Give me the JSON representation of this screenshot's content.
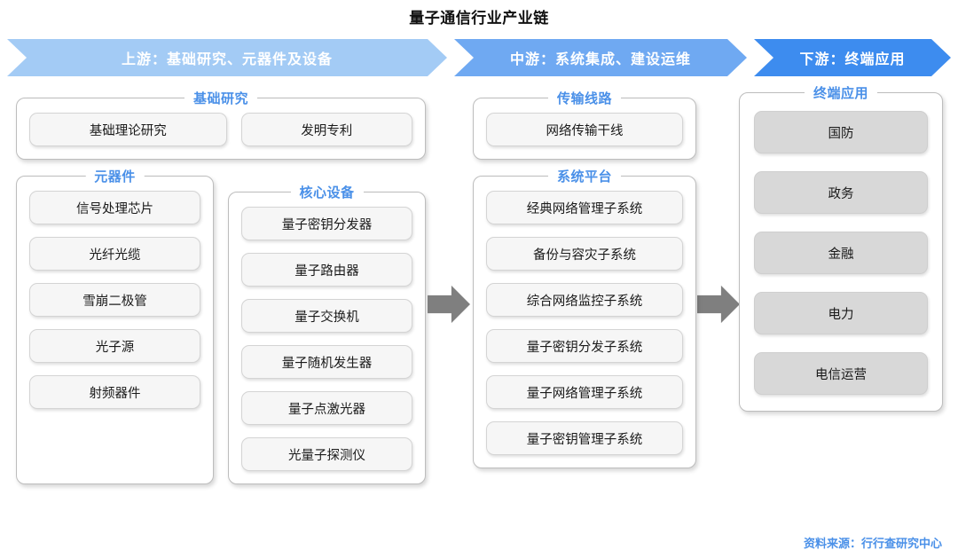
{
  "title": "量子通信行业产业链",
  "banner": {
    "segments": [
      {
        "label": "上游：基础研究、元器件及设备",
        "color": "#a3cbf5"
      },
      {
        "label": "中游：系统集成、建设运维",
        "color": "#6fa9f2"
      },
      {
        "label": "下游：终端应用",
        "color": "#3d8cef"
      }
    ]
  },
  "columns": {
    "upstream": {
      "groups": [
        {
          "legend": "基础研究",
          "layout": "row",
          "items": [
            "基础理论研究",
            "发明专利"
          ]
        },
        {
          "legend": "元器件",
          "layout": "column",
          "items": [
            "信号处理芯片",
            "光纤光缆",
            "雪崩二极管",
            "光子源",
            "射频器件"
          ]
        },
        {
          "legend": "核心设备",
          "layout": "column",
          "items": [
            "量子密钥分发器",
            "量子路由器",
            "量子交换机",
            "量子随机发生器",
            "量子点激光器",
            "光量子探测仪"
          ]
        }
      ]
    },
    "midstream": {
      "groups": [
        {
          "legend": "传输线路",
          "layout": "column",
          "items": [
            "网络传输干线"
          ]
        },
        {
          "legend": "系统平台",
          "layout": "column",
          "items": [
            "经典网络管理子系统",
            "备份与容灾子系统",
            "综合网络监控子系统",
            "量子密钥分发子系统",
            "量子网络管理子系统",
            "量子密钥管理子系统"
          ]
        }
      ]
    },
    "downstream": {
      "groups": [
        {
          "legend": "终端应用",
          "layout": "column",
          "items": [
            "国防",
            "政务",
            "金融",
            "电力",
            "电信运营"
          ]
        }
      ]
    }
  },
  "arrows": {
    "count": 2,
    "color": "#7f7f7f"
  },
  "source": "资料来源：行行查研究中心",
  "accent_color": "#4a90e8"
}
